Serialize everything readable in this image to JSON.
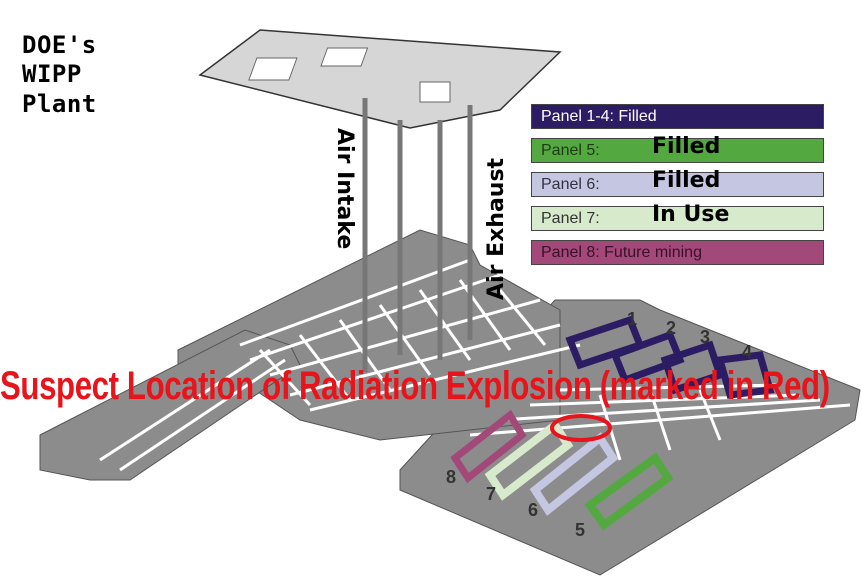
{
  "title_lines": [
    "DOE's",
    "WIPP",
    "Plant"
  ],
  "shaft_labels": {
    "intake": "Air Intake",
    "exhaust": "Air Exhaust"
  },
  "legend": [
    {
      "label": "Panel 1-4:  Filled",
      "status": "",
      "color": "#2c1c64",
      "text_color": "#ffffff"
    },
    {
      "label": "Panel 5:",
      "status": "Filled",
      "color": "#53a840",
      "text_color": "#1e3a14"
    },
    {
      "label": "Panel 6:",
      "status": "Filled",
      "color": "#c4c6e2",
      "text_color": "#333344"
    },
    {
      "label": "Panel 7:",
      "status": "In Use",
      "color": "#d8eacc",
      "text_color": "#333333"
    },
    {
      "label": "Panel 8:  Future mining",
      "status": "",
      "color": "#a2497a",
      "text_color": "#3a1028"
    }
  ],
  "headline": "Suspect Location of Radiation Explosion (marked in Red)",
  "panel_numbers": [
    "1",
    "2",
    "3",
    "4",
    "5",
    "6",
    "7",
    "8"
  ],
  "colors": {
    "filled_panels": "#2c1c64",
    "panel5": "#53a840",
    "panel6": "#c4c6e2",
    "panel7": "#d8eacc",
    "panel8": "#a2497a",
    "marker": "#e8141b",
    "floor": "#8c8c8c"
  }
}
